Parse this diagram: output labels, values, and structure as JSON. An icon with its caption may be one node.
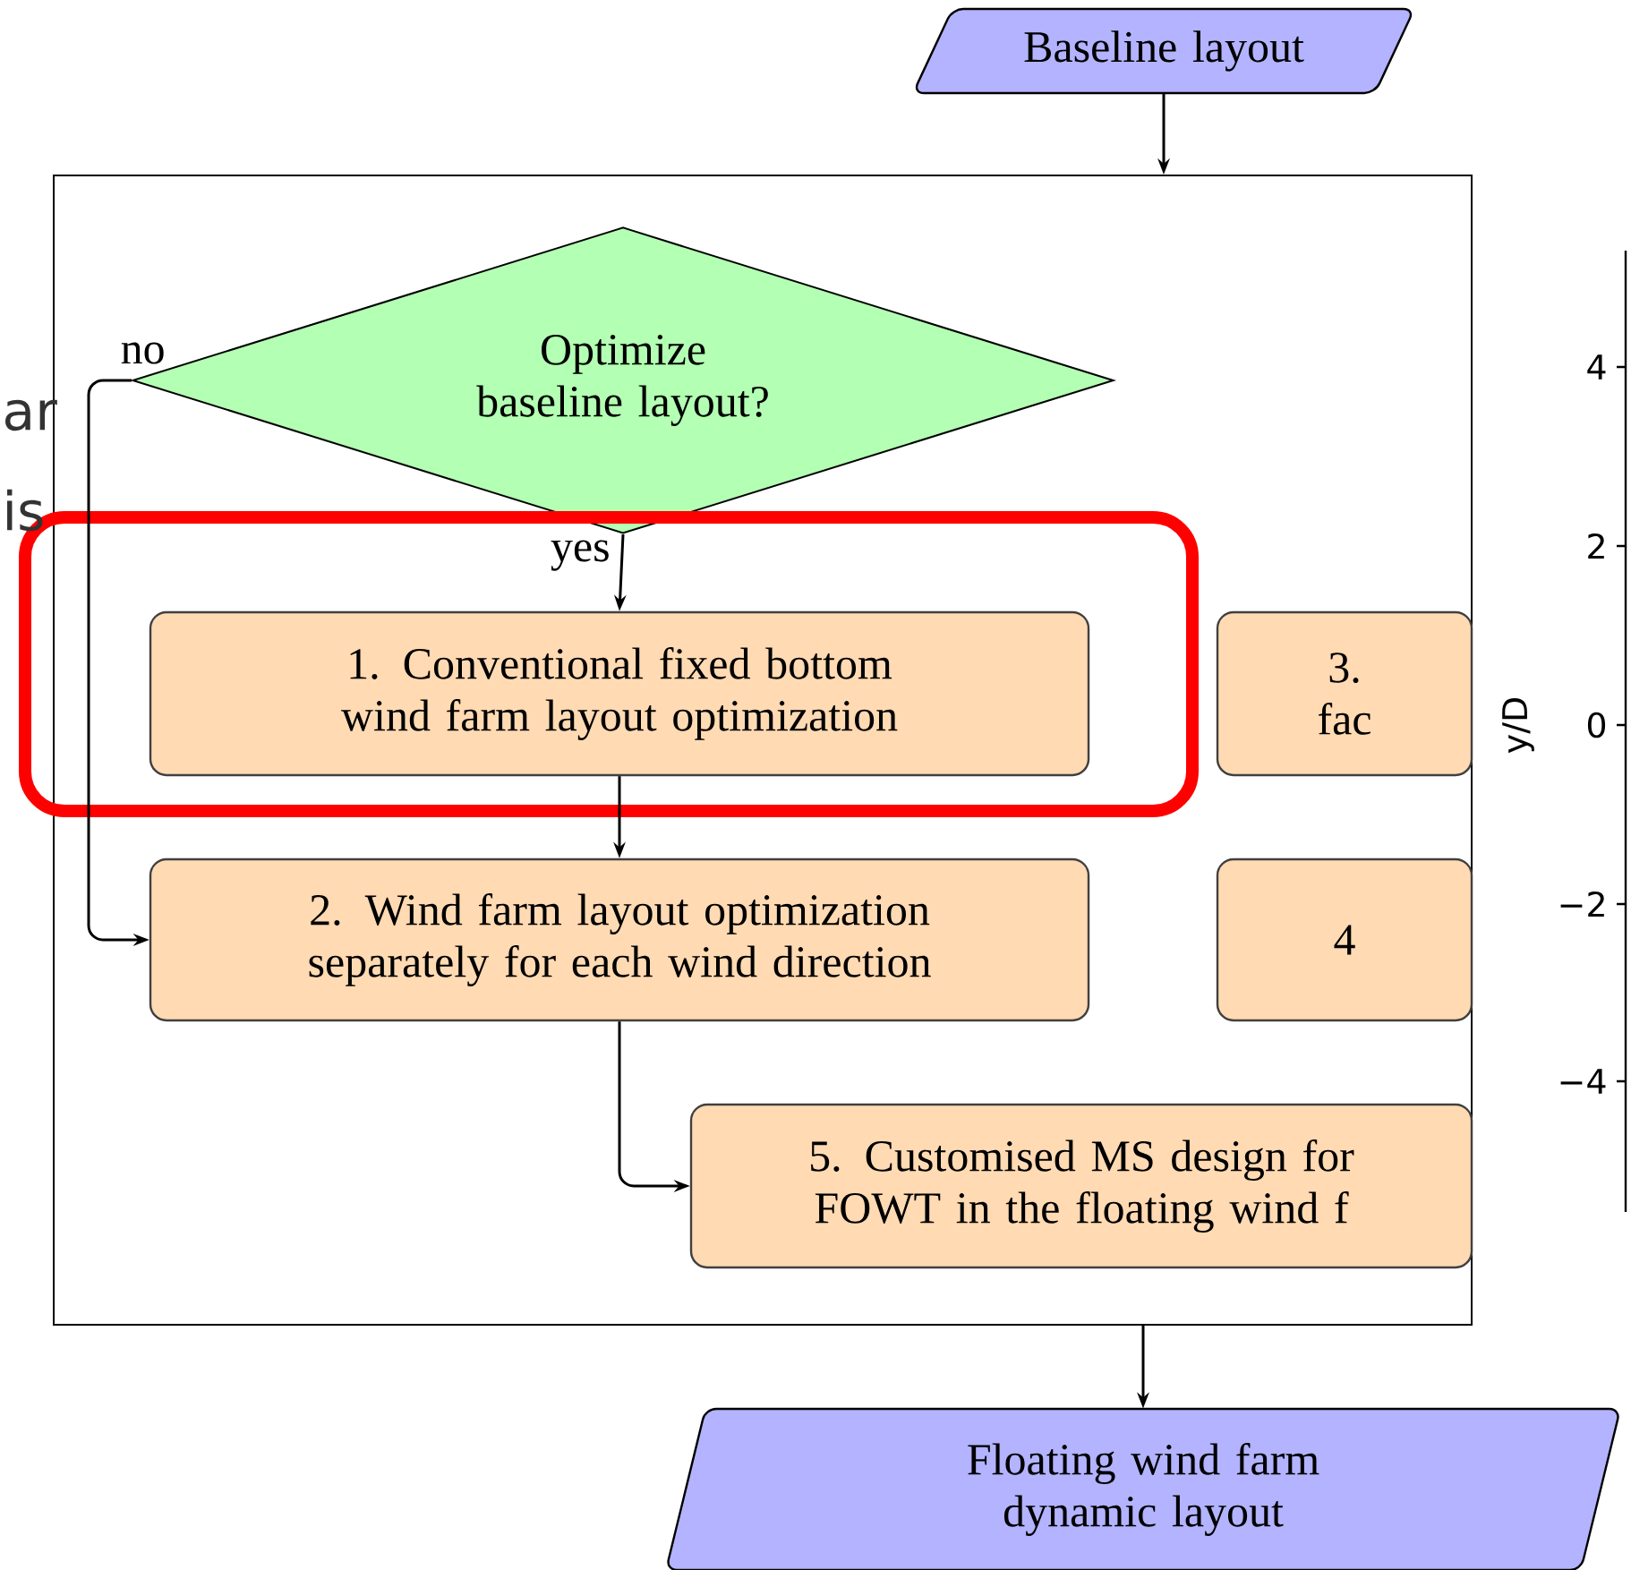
{
  "diagram": {
    "nodes": [
      {
        "text": [
          "Baseline layout"
        ]
      },
      {
        "text": [],
        "shape": "box"
      },
      {
        "text": [
          "Optimize baseline layout?"
        ],
        "in": 1
      },
      {
        "text": [
          "1. Conventional fixed bottom wind farm layout optimization"
        ],
        "in": 1
      },
      {
        "text": [
          "3. fac"
        ],
        "in": 1
      },
      {
        "text": [
          "2. Wind farm layout optimization separately for each wind direction"
        ],
        "in": 1
      },
      {
        "text": [
          "4"
        ],
        "in": 1
      },
      {
        "text": [
          "5. Customised MS design for FOWT in the floating wind f"
        ],
        "in": 1
      },
      {
        "text": [
          "Floating wind farm dynamic layout"
        ]
      }
    ],
    "edges": [
      {
        "from": 0,
        "to": 1,
        "arrow": "to"
      },
      {
        "from": 2,
        "to": 3,
        "arrow": "to",
        "label": "yes"
      },
      {
        "from": 2,
        "to": 5,
        "arrow": "to",
        "label": "no"
      },
      {
        "from": 3,
        "to": 5,
        "arrow": "to"
      },
      {
        "from": 5,
        "to": 7,
        "arrow": "to"
      },
      {
        "from": 1,
        "to": 8,
        "arrow": "to"
      }
    ],
    "labels": [
      "ar",
      "is",
      "4",
      "2",
      "y/D",
      "0",
      "−2",
      "−4"
    ]
  }
}
